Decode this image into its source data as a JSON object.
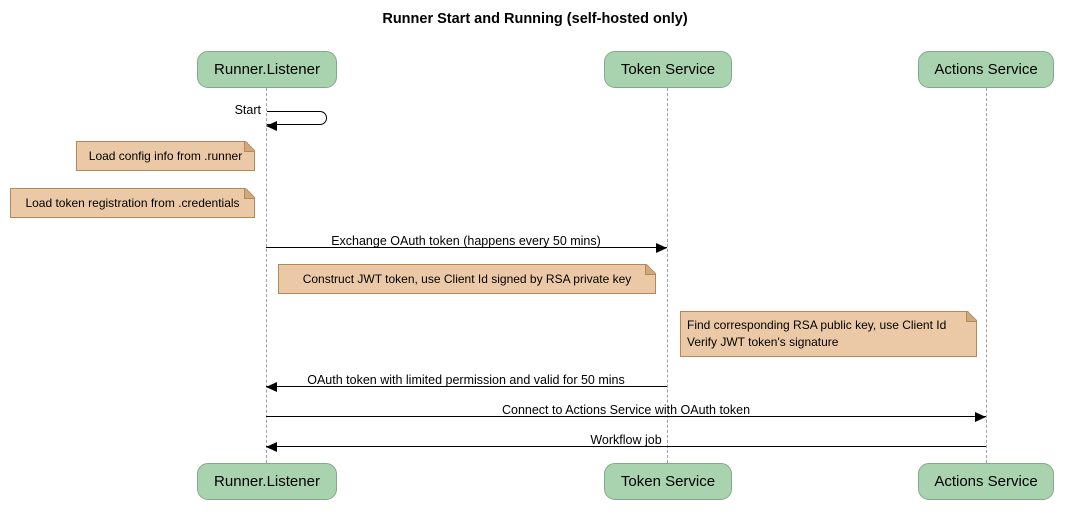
{
  "title": "Runner Start and Running (self-hosted only)",
  "participants": [
    {
      "name": "Runner.Listener"
    },
    {
      "name": "Token Service"
    },
    {
      "name": "Actions Service"
    }
  ],
  "messages": [
    {
      "kind": "self",
      "from": "Runner.Listener",
      "to": "Runner.Listener",
      "label": "Start"
    },
    {
      "kind": "arrow",
      "from": "Runner.Listener",
      "to": "Token Service",
      "label": "Exchange OAuth token (happens every 50 mins)"
    },
    {
      "kind": "arrow",
      "from": "Token Service",
      "to": "Runner.Listener",
      "label": "OAuth token with limited permission and valid for 50 mins"
    },
    {
      "kind": "arrow",
      "from": "Runner.Listener",
      "to": "Actions Service",
      "label": "Connect to Actions Service with OAuth token"
    },
    {
      "kind": "arrow",
      "from": "Actions Service",
      "to": "Runner.Listener",
      "label": "Workflow job"
    }
  ],
  "notes": [
    {
      "text": "Load config info from .runner"
    },
    {
      "text": "Load token registration from .credentials"
    },
    {
      "text": "Construct JWT token, use Client Id signed by RSA private key"
    },
    {
      "lines": [
        "Find corresponding RSA public key, use Client Id",
        "Verify JWT token's signature"
      ]
    }
  ],
  "colors": {
    "participant_fill": "#a8d3ae",
    "participant_border": "#85a88a",
    "note_fill": "#ecc9a6",
    "note_border": "#b5885c",
    "lifeline": "#a0a0a0",
    "ink": "#000000",
    "background": "#ffffff"
  }
}
